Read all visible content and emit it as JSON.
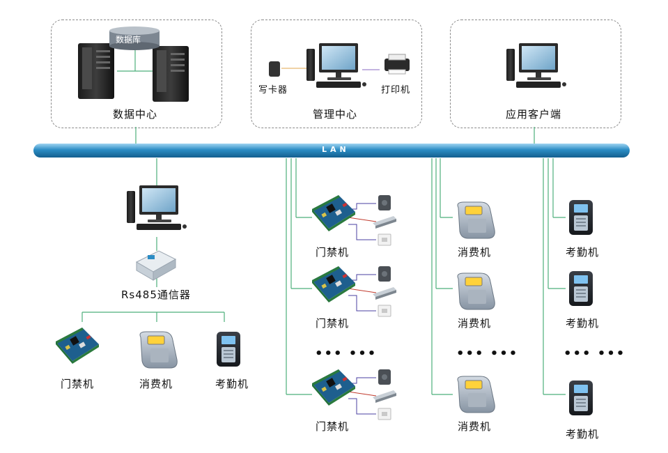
{
  "zones": {
    "data_center": "数据中心",
    "database": "数据库",
    "management_center": "管理中心",
    "card_writer": "写卡器",
    "printer": "打印机",
    "client": "应用客户端"
  },
  "network": {
    "lan": "LAN",
    "rs485": "Rs485通信器"
  },
  "devices": {
    "access": "门禁机",
    "pos": "消费机",
    "attendance": "考勤机",
    "ellipsis": "•••  •••"
  },
  "colors": {
    "bus": "#2b8cc4",
    "wire": "#4caf7a",
    "board": "#2a6a3a"
  }
}
